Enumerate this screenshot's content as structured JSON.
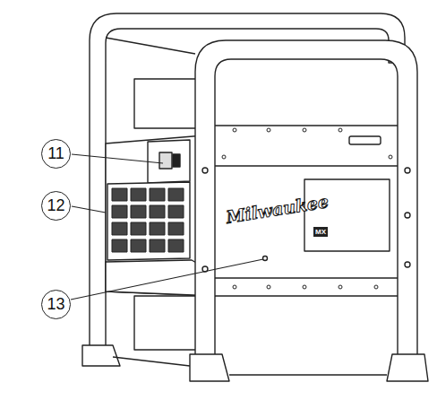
{
  "diagram": {
    "labels": [
      "11",
      "12",
      "13",
      "Milwaukee",
      "MX"
    ]
  }
}
